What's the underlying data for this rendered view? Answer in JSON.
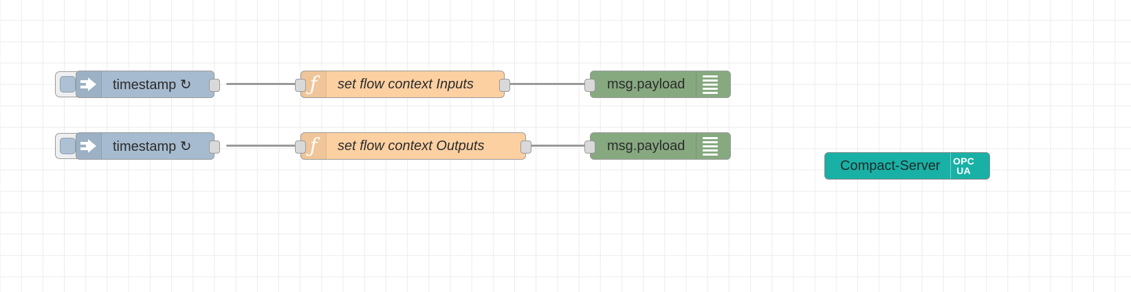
{
  "canvas": {
    "grid_color": "#ececec",
    "background": "#ffffff",
    "wire_color": "#999999"
  },
  "palette": {
    "inject_color": "#a6bbcf",
    "function_color": "#fdd0a2",
    "debug_color": "#87a980",
    "opcua_color": "#19b0a5"
  },
  "flows": [
    {
      "inject": {
        "label": "timestamp ↻",
        "icon": "inject-arrow-icon"
      },
      "function": {
        "label": "set flow context Inputs",
        "icon": "function-f-icon"
      },
      "debug": {
        "label": "msg.payload",
        "icon": "debug-list-icon"
      }
    },
    {
      "inject": {
        "label": "timestamp ↻",
        "icon": "inject-arrow-icon"
      },
      "function": {
        "label": "set flow context Outputs",
        "icon": "function-f-icon"
      },
      "debug": {
        "label": "msg.payload",
        "icon": "debug-list-icon"
      }
    }
  ],
  "server_node": {
    "label": "Compact-Server",
    "badge_top": "OPC",
    "badge_bottom": "UA",
    "icon": "opc-ua-icon"
  }
}
